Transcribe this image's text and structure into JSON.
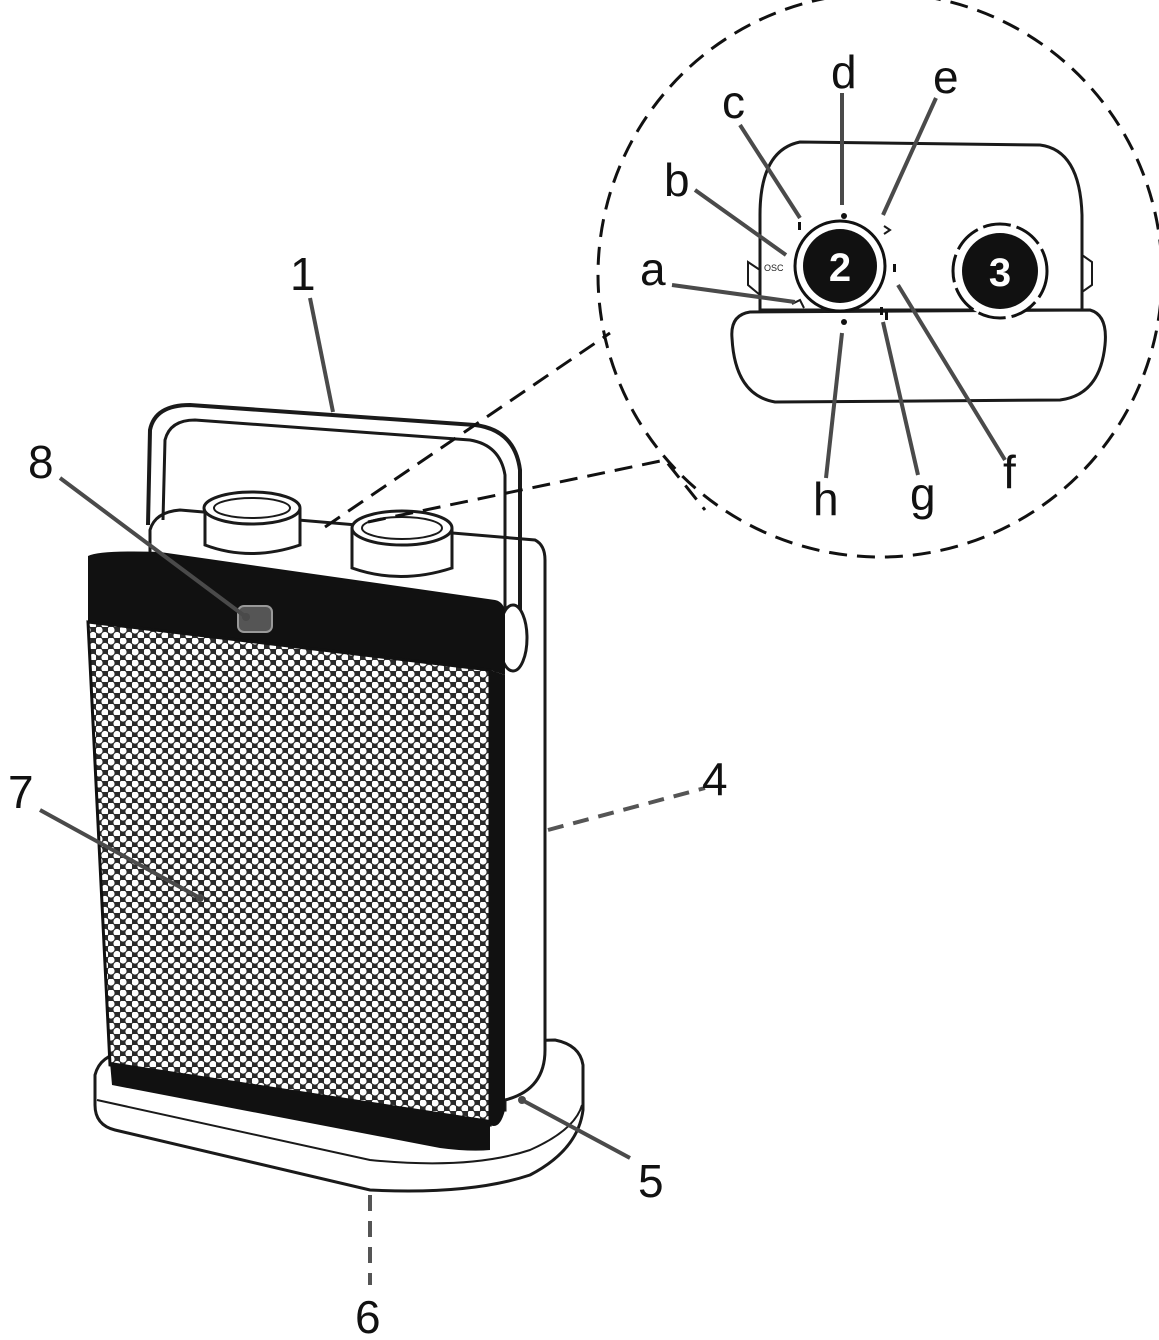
{
  "callouts": {
    "handle": "1",
    "knob_mode": "2",
    "knob_thermostat": "3",
    "housing": "4",
    "base": "5",
    "underside": "6",
    "grille": "7",
    "indicator": "8"
  },
  "detail_labels": {
    "a": "a",
    "b": "b",
    "c": "c",
    "d": "d",
    "e": "e",
    "f": "f",
    "g": "g",
    "h": "h"
  },
  "dial_markings": {
    "osc": "OSC"
  },
  "colors": {
    "ink": "#1a1a1a",
    "leader": "#4a4a4a",
    "band": "#111111",
    "mesh": "#2a2a2a",
    "background": "#ffffff"
  }
}
